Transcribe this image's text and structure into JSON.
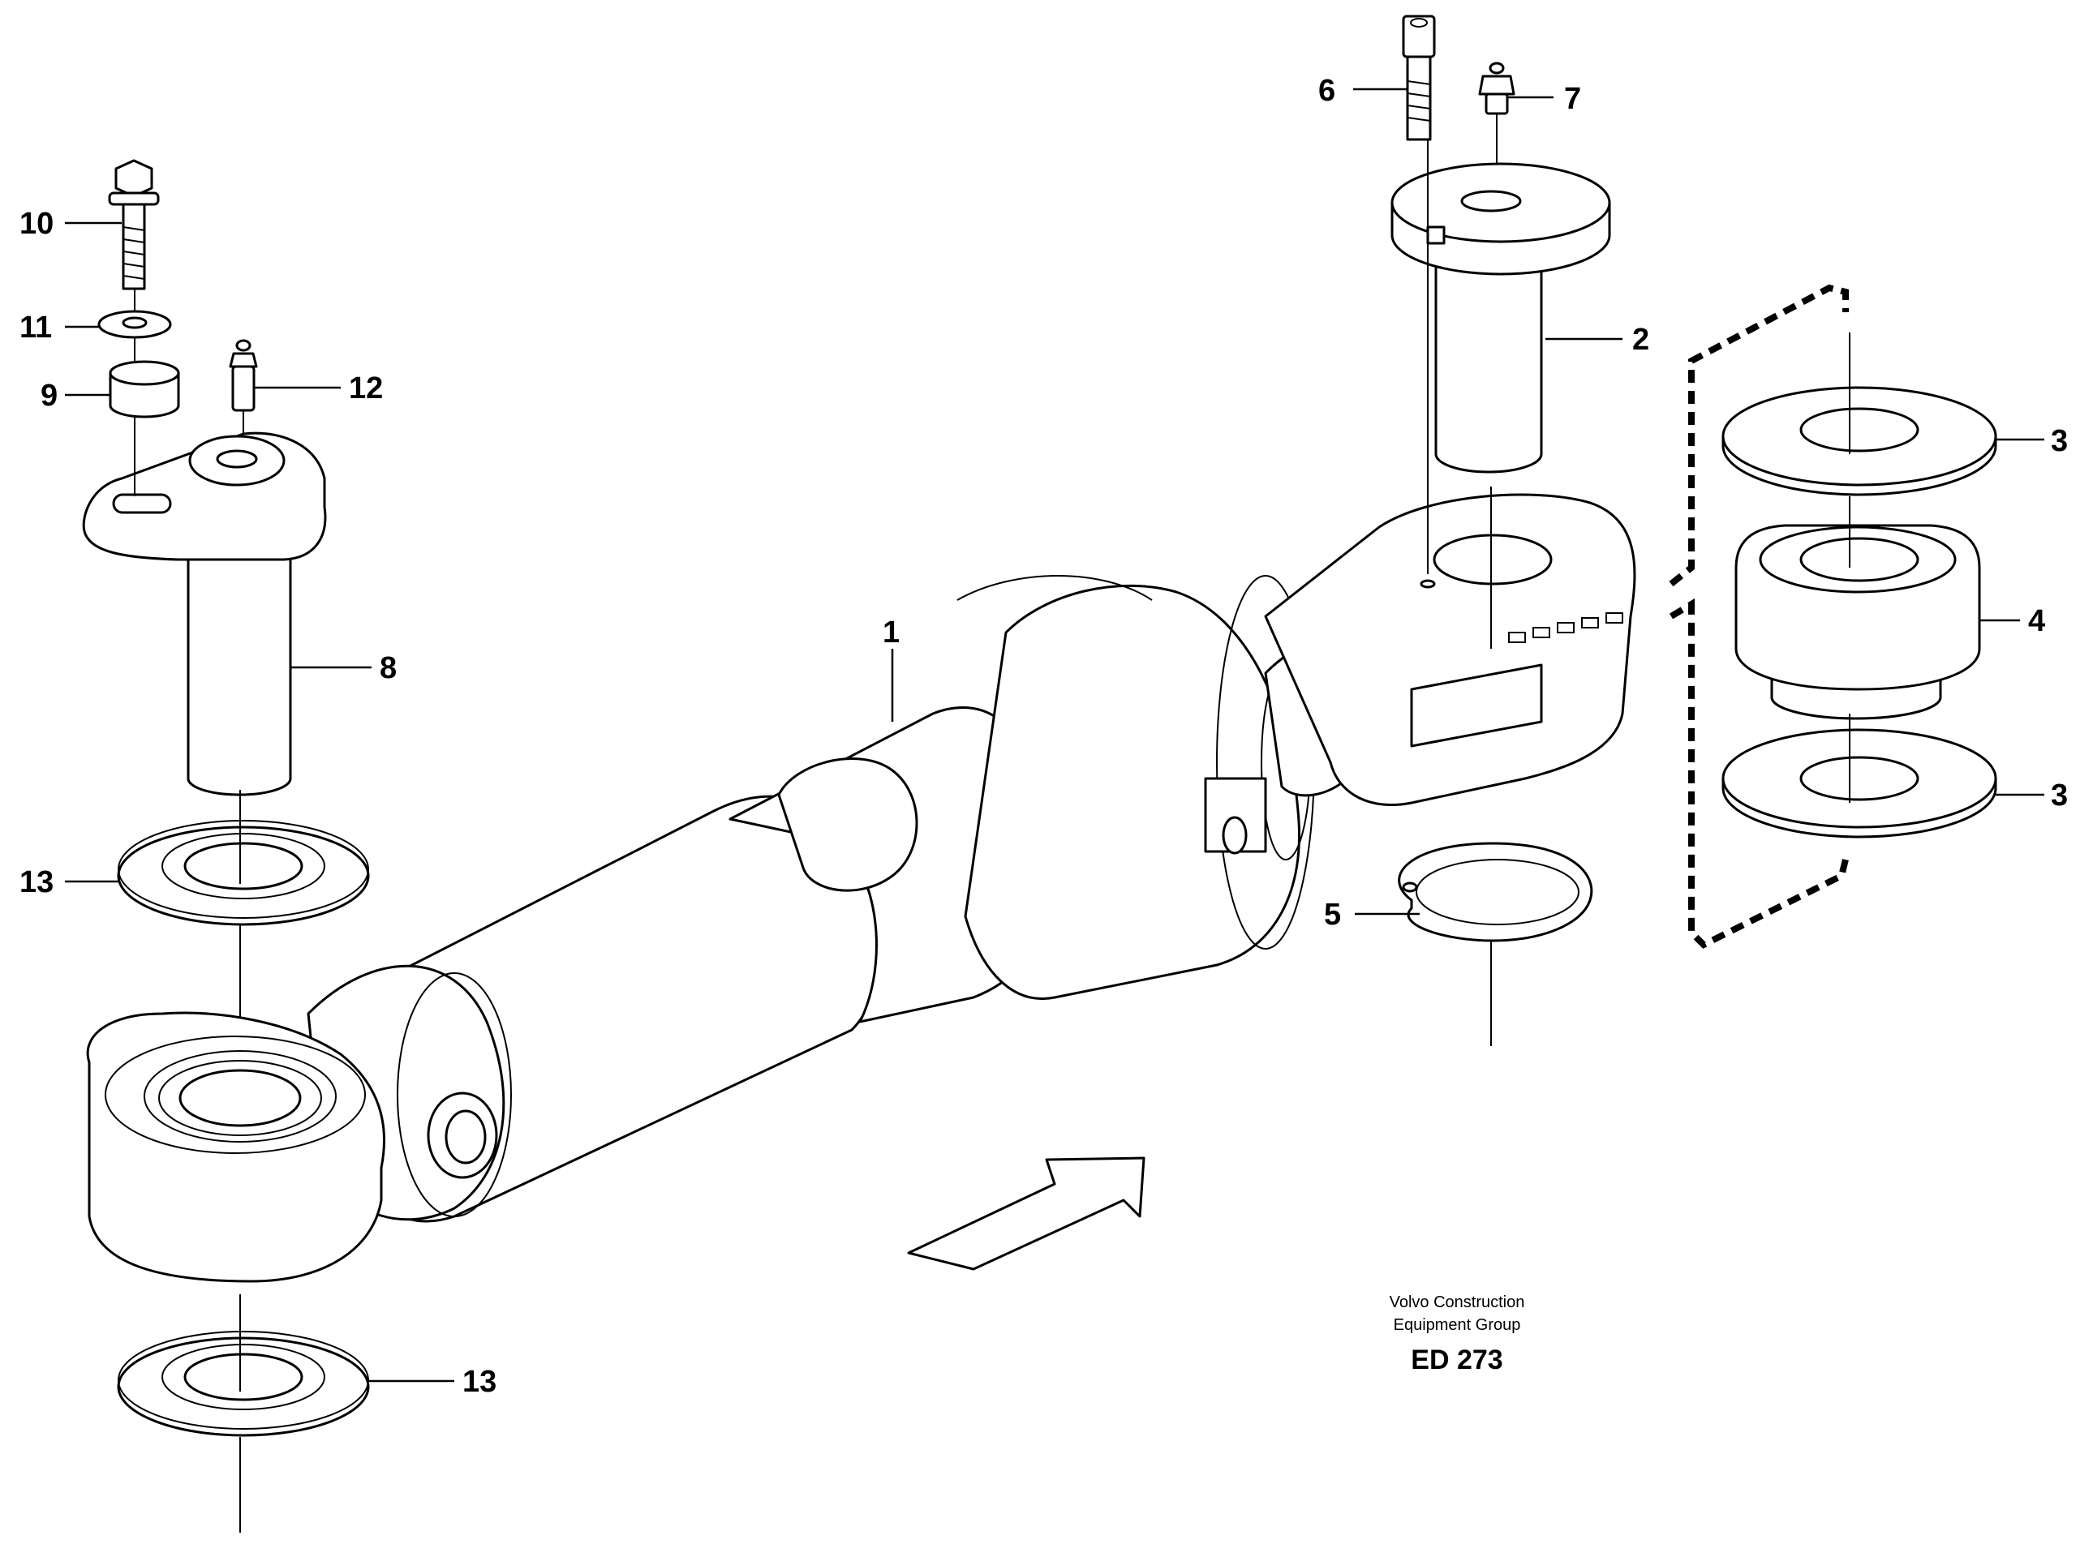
{
  "callouts": {
    "c1": "1",
    "c2": "2",
    "c3a": "3",
    "c3b": "3",
    "c4": "4",
    "c5": "5",
    "c6": "6",
    "c7": "7",
    "c8": "8",
    "c9": "9",
    "c10": "10",
    "c11": "11",
    "c12": "12",
    "c13a": "13",
    "c13b": "13"
  },
  "caption": {
    "line1": "Volvo Construction",
    "line2": "Equipment Group",
    "code": "ED 273"
  }
}
